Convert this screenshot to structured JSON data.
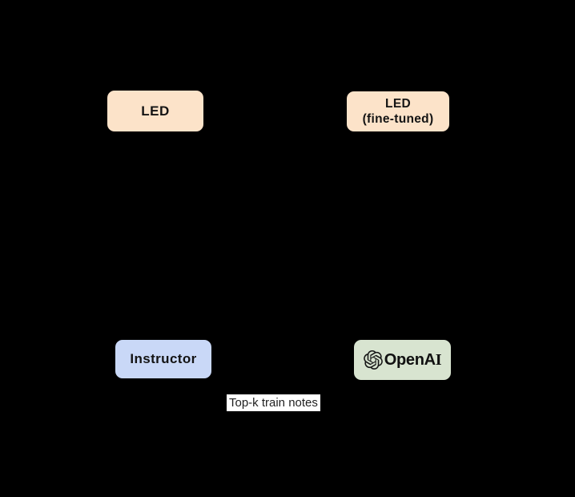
{
  "diagram": {
    "background_color": "#000000",
    "nodes": {
      "led": {
        "label": "LED",
        "fill": "#fce3c9",
        "text_color": "#141414"
      },
      "led_finetuned": {
        "label_line1": "LED",
        "label_line2": "(fine-tuned)",
        "fill": "#fce3c9",
        "text_color": "#141414"
      },
      "instructor": {
        "label": "Instructor",
        "fill": "#c9d8f7",
        "text_color": "#141414"
      },
      "openai": {
        "icon": "openai-logo-icon",
        "wordmark_part1": "OpenA",
        "wordmark_part2": "I",
        "fill": "#d8e4d0",
        "logo_color": "#161616"
      }
    },
    "floating_label": {
      "text": "Top-k train notes",
      "background": "#ffffff",
      "text_color": "#1f1f1f"
    }
  }
}
